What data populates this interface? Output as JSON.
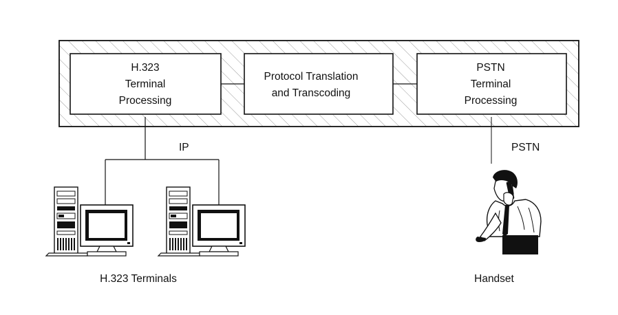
{
  "blocks": {
    "h323_processing": [
      "H.323",
      "Terminal",
      "Processing"
    ],
    "translation": [
      "Protocol Translation",
      "and Transcoding"
    ],
    "pstn_processing": [
      "PSTN",
      "Terminal",
      "Processing"
    ]
  },
  "links": {
    "ip": "IP",
    "pstn": "PSTN"
  },
  "captions": {
    "terminals": "H.323 Terminals",
    "handset": "Handset"
  },
  "icons": [
    "computer-terminal-icon",
    "person-on-phone-icon"
  ],
  "colors": {
    "ink": "#111111",
    "background": "#ffffff",
    "hatch": "#9a9a9a"
  }
}
